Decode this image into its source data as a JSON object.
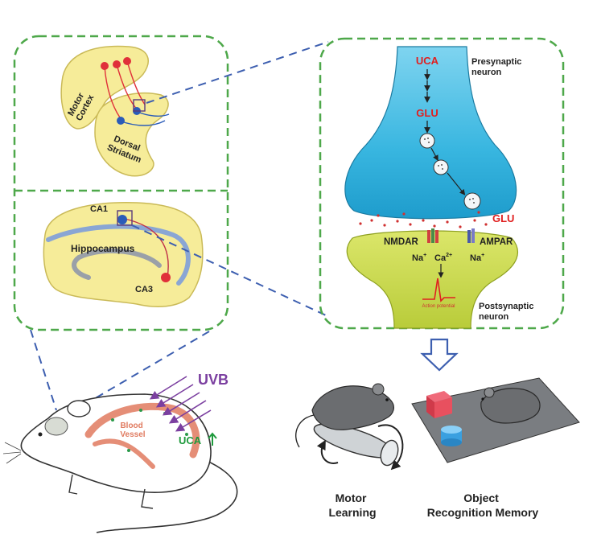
{
  "brain": {
    "motor_cortex": "Motor Cortex",
    "motor_cortex_line1": "Motor",
    "motor_cortex_line2": "Cortex",
    "dorsal_striatum_line1": "Dorsal",
    "dorsal_striatum_line2": "Striatum"
  },
  "hippocampus": {
    "label": "Hippocampus",
    "ca1": "CA1",
    "ca3": "CA3"
  },
  "synapse": {
    "uca": "UCA",
    "glu_top": "GLU",
    "glu_cleft": "GLU",
    "presynaptic_line1": "Presynaptic",
    "presynaptic_line2": "neuron",
    "postsynaptic_line1": "Postsynaptic",
    "postsynaptic_line2": "neuron",
    "nmdar": "NMDAR",
    "ampar": "AMPAR",
    "na_left": "Na",
    "ca": "Ca",
    "ca_charge": "2+",
    "na_right": "Na",
    "na_charge": "+",
    "action_potential": "Action potential"
  },
  "mouse": {
    "uvb": "UVB",
    "uca_up": "UCA",
    "blood_vessel_line1": "Blood",
    "blood_vessel_line2": "Vessel"
  },
  "outcomes": {
    "motor_line1": "Motor",
    "motor_line2": "Learning",
    "object_line1": "Object",
    "object_line2": "Recognition Memory"
  },
  "colors": {
    "green_dash": "#4ea84a",
    "blue_dash": "#3d5fb0",
    "brain_fill": "#f6ec99",
    "presynaptic_fill": "#38b6e0",
    "postsynaptic_fill": "#c8d84a",
    "label_red": "#e02020",
    "uvb_purple": "#7b3fa0",
    "uca_green": "#1e9a3c",
    "vessel": "#e07a5f"
  }
}
